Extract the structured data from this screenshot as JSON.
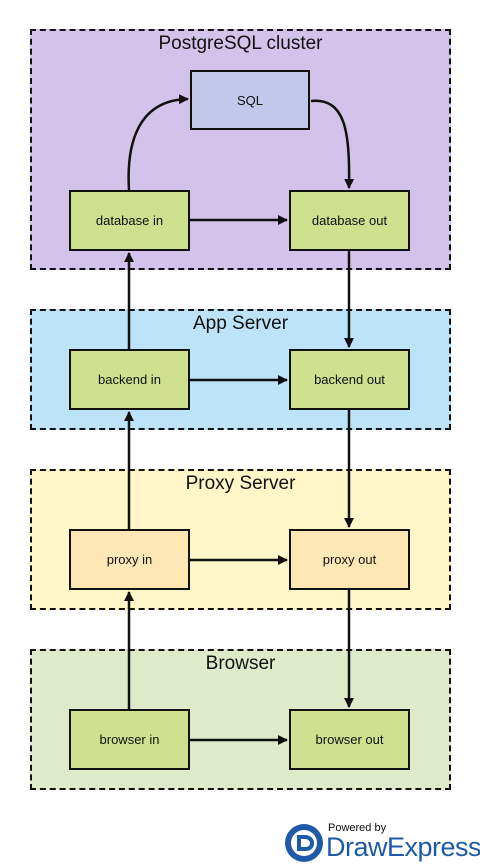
{
  "groups": {
    "postgres": {
      "title": "PostgreSQL cluster",
      "color": "#d3c3ea"
    },
    "app": {
      "title": "App Server",
      "color": "#bde3f8"
    },
    "proxy": {
      "title": "Proxy Server",
      "color": "#fff7c7"
    },
    "browser": {
      "title": "Browser",
      "color": "#dfeacb"
    }
  },
  "nodes": {
    "sql": "SQL",
    "database_in": "database in",
    "database_out": "database out",
    "backend_in": "backend in",
    "backend_out": "backend out",
    "proxy_in": "proxy in",
    "proxy_out": "proxy out",
    "browser_in": "browser in",
    "browser_out": "browser out"
  },
  "colors": {
    "node_green": "#cfe08f",
    "node_yellow": "#fde8b5",
    "node_blue": "#c2c8ea"
  },
  "brand": {
    "powered": "Powered by",
    "name": "DrawExpress"
  }
}
